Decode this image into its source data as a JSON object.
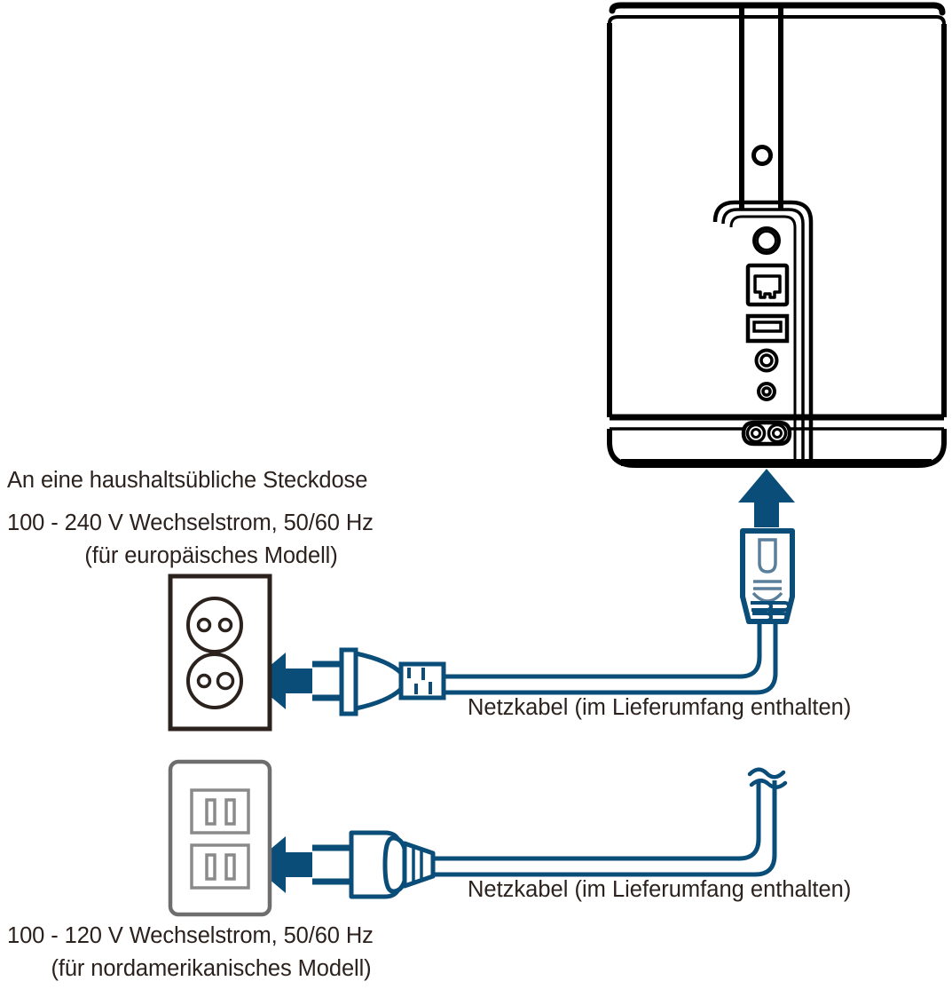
{
  "diagram": {
    "title": "Anschluss des Netzkabels",
    "language": "de",
    "colors": {
      "outline": "#000000",
      "text": "#2b211d",
      "accent_blue": "#0a4d78",
      "cable_blue": "#0a4d78",
      "outlet_gray": "#7a7a7a",
      "background": "#ffffff"
    },
    "labels": {
      "outlet_heading": "An eine haushaltsübliche Steckdose",
      "eu_voltage": "100 - 240 V Wechselstrom, 50/60 Hz",
      "eu_model": "(für europäisches Modell)",
      "na_voltage": "100 - 120 V Wechselstrom, 50/60 Hz",
      "na_model": "(für nordamerikanisches Modell)",
      "power_cord_top": "Netzkabel (im Lieferumfang enthalten)",
      "power_cord_bottom": "Netzkabel (im Lieferumfang enthalten)"
    },
    "device": {
      "name": "nas-enclosure",
      "ports": [
        {
          "id": "reset-screw",
          "label": "Schraube"
        },
        {
          "id": "lan-port",
          "label": "LAN (RJ-45)"
        },
        {
          "id": "usb-port",
          "label": "USB"
        },
        {
          "id": "jack-large",
          "label": "Anschluss groß"
        },
        {
          "id": "jack-small",
          "label": "Anschluss klein"
        },
        {
          "id": "power-inlet",
          "label": "Netzanschluss"
        }
      ]
    },
    "outlets": [
      {
        "id": "eu-outlet",
        "type": "europaeisch",
        "sockets": 2,
        "holes_per_socket": 2
      },
      {
        "id": "na-outlet",
        "type": "nordamerikanisch",
        "sockets": 2,
        "slots_per_socket": 2
      }
    ],
    "plugs": [
      {
        "id": "eu-plug",
        "type": "europlug",
        "pins": 2,
        "pin_shape": "rund"
      },
      {
        "id": "na-plug",
        "type": "nema",
        "pins": 2,
        "pin_shape": "flach"
      }
    ],
    "arrows": [
      {
        "id": "arrow-to-device",
        "direction": "up"
      },
      {
        "id": "arrow-to-eu-outlet",
        "direction": "left"
      },
      {
        "id": "arrow-to-na-outlet",
        "direction": "left"
      }
    ]
  }
}
